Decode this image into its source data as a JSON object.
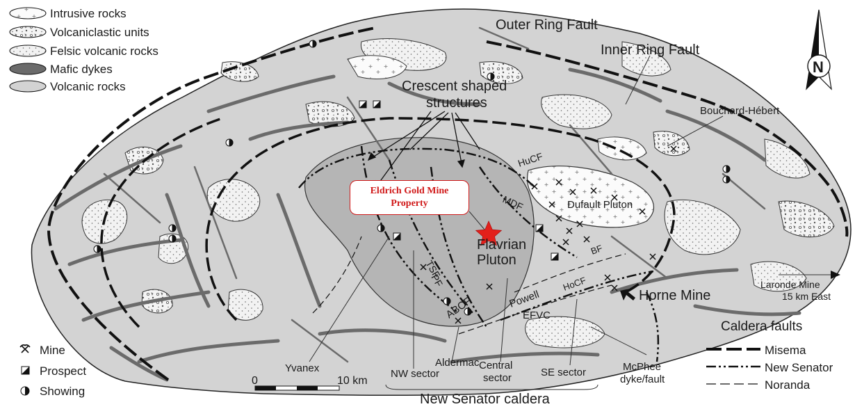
{
  "legend_units": [
    {
      "label": "Intrusive rocks",
      "icon": "intrusive-rocks-swatch-icon"
    },
    {
      "label": "Volcaniclastic units",
      "icon": "volcaniclastic-swatch-icon"
    },
    {
      "label": "Felsic volcanic rocks",
      "icon": "felsic-volcanic-swatch-icon"
    },
    {
      "label": "Mafic dykes",
      "icon": "mafic-dykes-swatch-icon"
    },
    {
      "label": "Volcanic rocks",
      "icon": "volcanic-rocks-swatch-icon"
    }
  ],
  "legend_symbols": [
    {
      "label": "Mine",
      "icon": "mine-pick-icon"
    },
    {
      "label": "Prospect",
      "icon": "prospect-square-icon"
    },
    {
      "label": "Showing",
      "icon": "showing-circle-icon"
    }
  ],
  "caldera_faults": {
    "title": "Caldera faults",
    "items": [
      {
        "label": "Misema",
        "style": "long-dash"
      },
      {
        "label": "New Senator",
        "style": "dash-dot-dot"
      },
      {
        "label": "Noranda",
        "style": "thin-dash"
      }
    ]
  },
  "labels": {
    "outer_ring_fault": "Outer Ring Fault",
    "inner_ring_fault": "Inner Ring Fault",
    "crescent_1": "Crescent shaped",
    "crescent_2": "structures",
    "bouchard_hebert": "Bouchard-Hébert",
    "hucf": "HuCF",
    "mdf": "MDF",
    "dufault_pluton": "Dufault Pluton",
    "flavrian_1": "Flavrian",
    "flavrian_2": "Pluton",
    "tsf": "TSF",
    "pf": "PF",
    "abcf": "ABCF",
    "powell": "Powell",
    "hocf": "HoCF",
    "bf": "BF",
    "efvc": "EFVC",
    "horne_mine": "Horne Mine",
    "laronde_1": "Laronde Mine",
    "laronde_2": "15 km East",
    "yvanex": "Yvanex",
    "aldermac": "Aldermac",
    "nw_sector": "NW sector",
    "central_1": "Central",
    "central_2": "sector",
    "se_sector": "SE sector",
    "mcphee_1": "McPhee",
    "mcphee_2": "dyke/fault",
    "new_senator_caldera": "New Senator caldera",
    "north": "N"
  },
  "callout": {
    "line1": "Eldrich Gold Mine",
    "line2": "Property",
    "color": "#d01818"
  },
  "scale_bar": {
    "start_label": "0",
    "end_label": "10 km"
  },
  "colors": {
    "volcanic": "#d3d3d3",
    "flavrian_pluton": "#b5b5b5",
    "mafic": "#6b6b6b",
    "intrusive": "#fbfbfb",
    "star": "#e3201b",
    "ink": "#111111"
  }
}
